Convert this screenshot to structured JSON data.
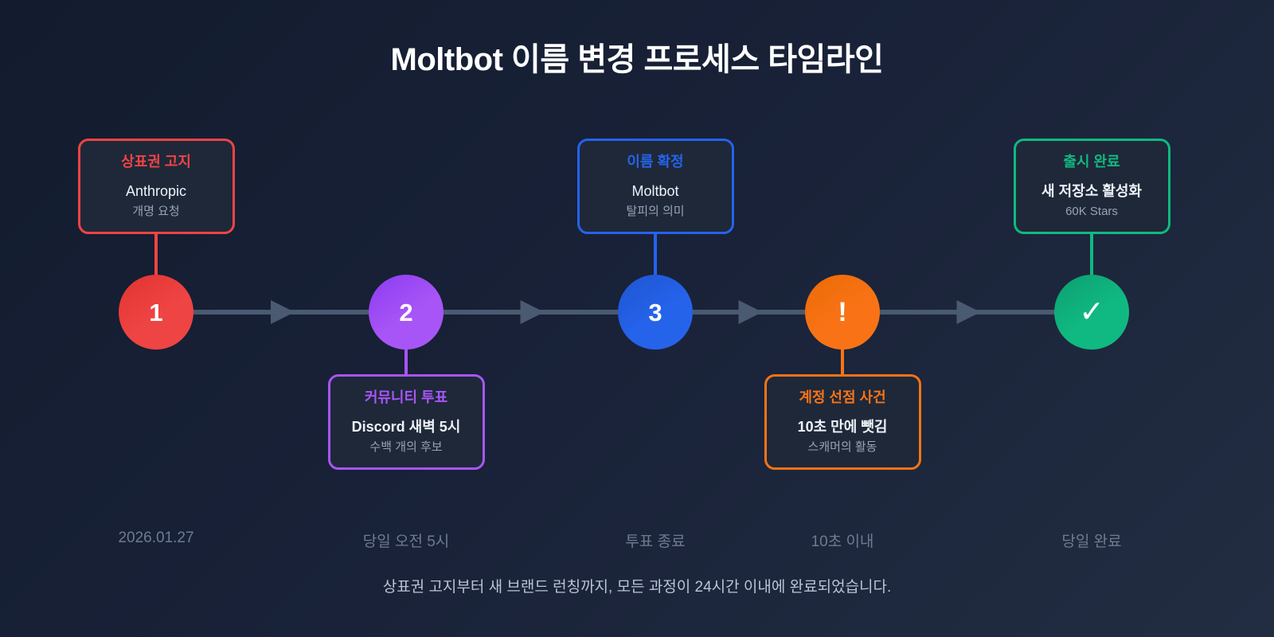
{
  "header": {
    "title": "Moltbot 이름 변경 프로세스 타임라인"
  },
  "footer": {
    "caption": "상표권 고지부터 새 브랜드 런칭까지, 모든 과정이 24시간 이내에 완료되었습니다."
  },
  "colors": {
    "background_from": "#131c2e",
    "background_to": "#222d42",
    "card_fill": "#1e2839",
    "track_line": "#4a5a70",
    "date_text": "#6d7b91",
    "footer_text": "#b9c4d4",
    "card_main_text": "#eef2f8",
    "card_sub_text": "#97a3b6"
  },
  "timeline": {
    "steps": [
      {
        "id": "step-1",
        "node_label": "1",
        "node_kind": "number",
        "color": "#ef4444",
        "color_dark": "#e0342f",
        "card_position": "above",
        "card_title": "상표권 고지",
        "card_main": "Anthropic",
        "card_main_bold": false,
        "card_sub": "개명 요청",
        "date": "2026.01.27"
      },
      {
        "id": "step-2",
        "node_label": "2",
        "node_kind": "number",
        "color": "#a855f7",
        "color_dark": "#8b3bf0",
        "card_position": "below",
        "card_title": "커뮤니티 투표",
        "card_main": "Discord 새벽 5시",
        "card_main_bold": true,
        "card_sub": "수백 개의 후보",
        "date": "당일 오전 5시"
      },
      {
        "id": "step-3",
        "node_label": "3",
        "node_kind": "number",
        "color": "#2563eb",
        "color_dark": "#1f55d0",
        "card_position": "above",
        "card_title": "이름 확정",
        "card_main": "Moltbot",
        "card_main_bold": false,
        "card_sub": "탈피의 의미",
        "date": "투표 종료"
      },
      {
        "id": "step-4",
        "node_label": "!",
        "node_kind": "alert",
        "color": "#f97316",
        "color_dark": "#ea6a05",
        "card_position": "below",
        "card_title": "계정 선점 사건",
        "card_main": "10초 만에 뺏김",
        "card_main_bold": true,
        "card_sub": "스캐머의 활동",
        "date": "10초 이내"
      },
      {
        "id": "step-5",
        "node_label": "✓",
        "node_kind": "check",
        "color": "#10b981",
        "color_dark": "#0d9e70",
        "card_position": "above",
        "card_title": "출시 완료",
        "card_main": "새 저장소 활성화",
        "card_main_bold": true,
        "card_sub": "60K Stars",
        "date": "당일 완료"
      }
    ]
  }
}
